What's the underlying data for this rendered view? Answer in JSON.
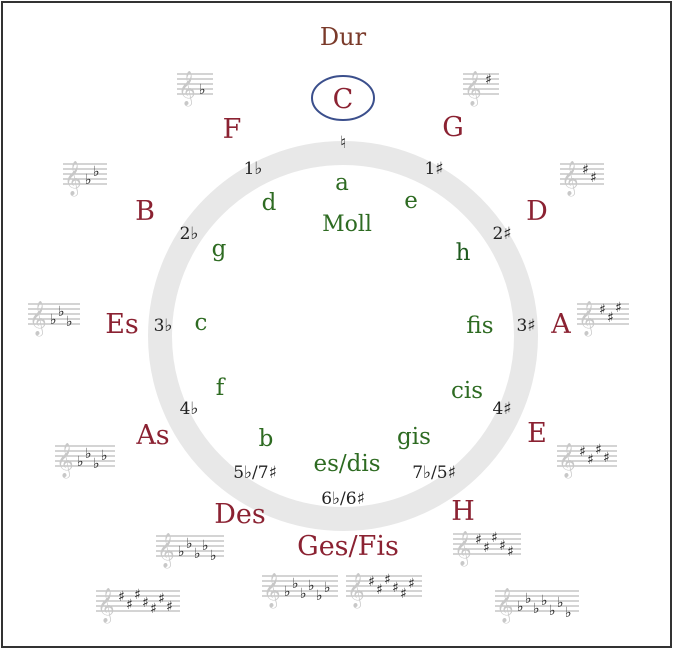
{
  "colors": {
    "major": "#8b2232",
    "minor": "#2e6b22",
    "accidental": "#222222",
    "ring": "#e8e8e8",
    "dur_title": "#7a3a2a",
    "highlight": "#3b4f8c",
    "frame": "#333333"
  },
  "titles": {
    "major": "Dur",
    "minor": "Moll"
  },
  "major_keys": [
    "C",
    "G",
    "D",
    "A",
    "E",
    "H",
    "Ges/Fis",
    "Des",
    "As",
    "Es",
    "B",
    "F"
  ],
  "minor_keys": [
    "a",
    "e",
    "h",
    "fis",
    "cis",
    "gis",
    "es/dis",
    "b",
    "f",
    "c",
    "g",
    "d"
  ],
  "accidentals": [
    "♮",
    "1♯",
    "2♯",
    "3♯",
    "4♯",
    "7♭/5♯",
    "6♭/6♯",
    "5♭/7♯",
    "4♭",
    "3♭",
    "2♭",
    "1♭"
  ],
  "staff_signatures": [
    {
      "key": "G",
      "symbols": [
        "♯"
      ]
    },
    {
      "key": "D",
      "symbols": [
        "♯",
        "♯"
      ]
    },
    {
      "key": "A",
      "symbols": [
        "♯",
        "♯",
        "♯"
      ]
    },
    {
      "key": "E",
      "symbols": [
        "♯",
        "♯",
        "♯",
        "♯"
      ]
    },
    {
      "key": "H",
      "symbols": [
        "♯",
        "♯",
        "♯",
        "♯",
        "♯"
      ]
    },
    {
      "key": "Ces",
      "symbols": [
        "♭",
        "♭",
        "♭",
        "♭",
        "♭",
        "♭",
        "♭"
      ]
    },
    {
      "key": "Fis",
      "symbols": [
        "♯",
        "♯",
        "♯",
        "♯",
        "♯",
        "♯"
      ]
    },
    {
      "key": "Ges",
      "symbols": [
        "♭",
        "♭",
        "♭",
        "♭",
        "♭",
        "♭"
      ]
    },
    {
      "key": "Cis",
      "symbols": [
        "♯",
        "♯",
        "♯",
        "♯",
        "♯",
        "♯",
        "♯"
      ]
    },
    {
      "key": "Des",
      "symbols": [
        "♭",
        "♭",
        "♭",
        "♭",
        "♭"
      ]
    },
    {
      "key": "As",
      "symbols": [
        "♭",
        "♭",
        "♭",
        "♭"
      ]
    },
    {
      "key": "Es",
      "symbols": [
        "♭",
        "♭",
        "♭"
      ]
    },
    {
      "key": "B",
      "symbols": [
        "♭",
        "♭"
      ]
    },
    {
      "key": "F",
      "symbols": [
        "♭"
      ]
    }
  ]
}
